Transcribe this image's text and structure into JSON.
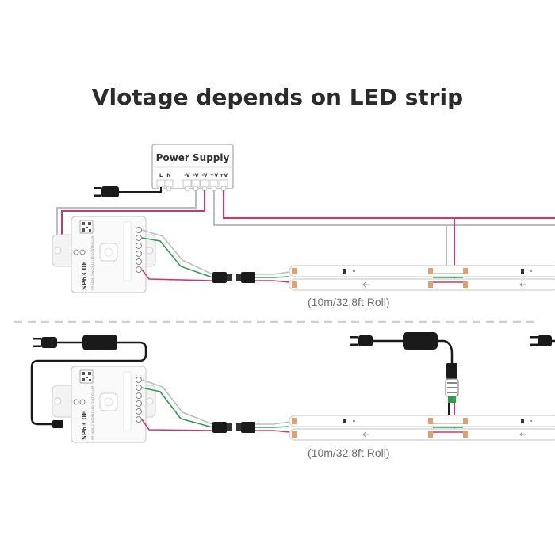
{
  "title": "Vlotage depends on LED strip",
  "power_supply": {
    "label": "Power Supply",
    "terminals": [
      "L",
      "N",
      "-V",
      "-V",
      "-V",
      "+V",
      "+V"
    ]
  },
  "controller": {
    "brand": "SP63 0E",
    "small_text": "SPI SK6812 WS2811 LED CONTROLLER"
  },
  "top_strip": {
    "roll_label": "(10m/32.8ft Roll)"
  },
  "bottom_strip": {
    "roll_label": "(10m/32.8ft Roll)"
  },
  "colors": {
    "red_wire": "#d6336c",
    "green_wire": "#2e9d4a",
    "gray_wire": "#bdbdbd",
    "black_cable": "#1a1a1a",
    "divider": "#d0d0d0",
    "strip_outline": "#d9d9d9",
    "title_text": "#2b2b2b"
  },
  "icons": [
    "plug-icon",
    "power-adapter-icon",
    "dc-jack-icon",
    "connector-plug-icon",
    "qr-code-icon"
  ]
}
